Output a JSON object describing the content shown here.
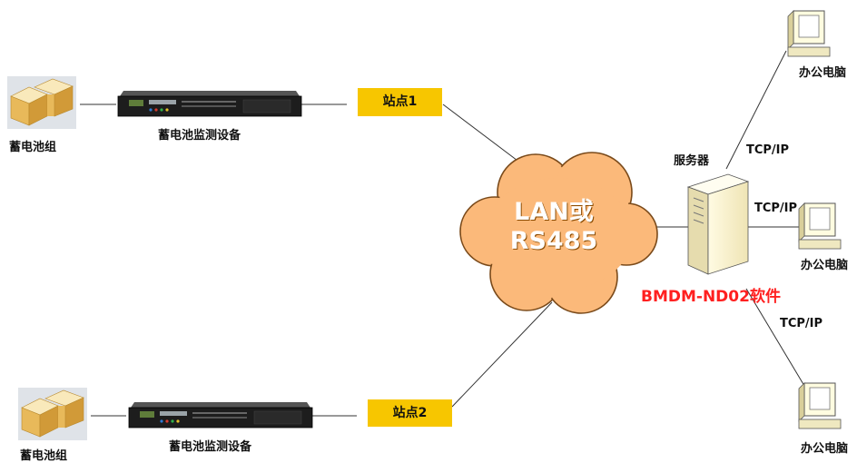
{
  "battery_label": "蓄电池组",
  "device_label": "蓄电池监测设备",
  "station1": "站点1",
  "station2": "站点2",
  "network_line1": "LAN或",
  "network_line2": "RS485",
  "server_label": "服务器",
  "software_label": "BMDM-ND02软件",
  "protocol": "TCP/IP",
  "office_pc_label": "办公电脑",
  "colors": {
    "station_fill": "#f7c600",
    "cloud_fill": "#fbb97a",
    "software_text": "#ff2020"
  },
  "icons": [
    "battery-pack-icon",
    "rack-device-icon",
    "cloud-icon",
    "server-tower-icon",
    "desktop-computer-icon"
  ]
}
